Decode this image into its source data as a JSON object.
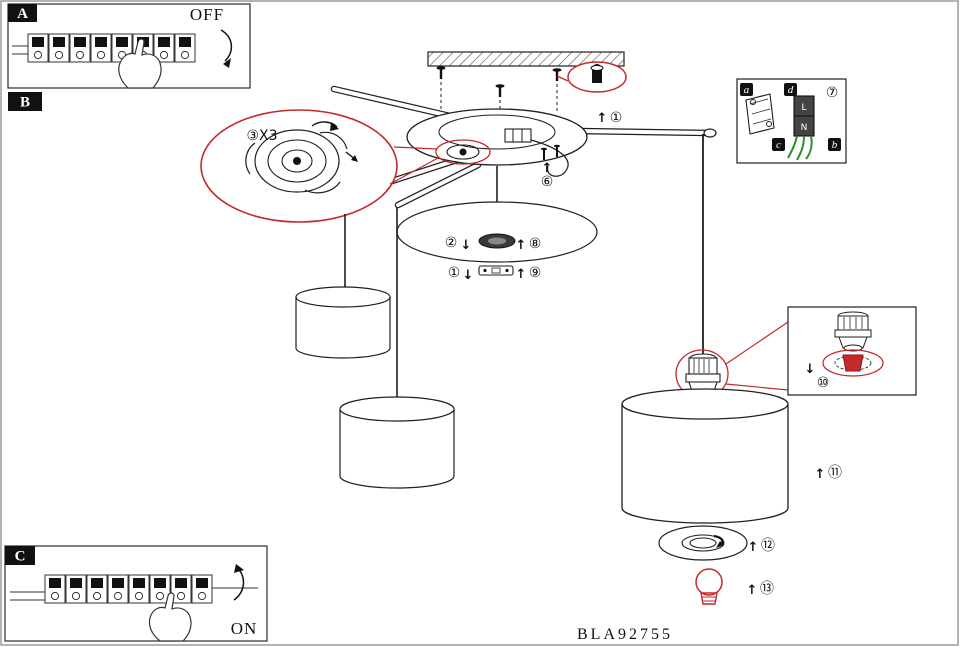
{
  "app": {
    "model": "BLA92755"
  },
  "panels": {
    "a_label": "A",
    "b_label": "B",
    "c_label": "C",
    "off": "OFF",
    "on": "ON"
  },
  "steps": {
    "s1_arm": "①",
    "s6_clamp": "⑥",
    "s2": "②",
    "s8": "⑧",
    "s1_bracket": "①",
    "s9": "⑨",
    "s3_lock": "③X3",
    "s7": "⑦",
    "s10": "⑩",
    "s11": "⑪",
    "s12": "⑫",
    "s13": "⑬"
  },
  "arrows": {
    "up": "↑",
    "down": "↓"
  },
  "terminal": {
    "a": "a",
    "b": "b",
    "c": "c",
    "d": "d",
    "l": "L",
    "n": "N"
  },
  "colors": {
    "accent_red": "#c42a2a",
    "wire_green": "#2e8b2e",
    "ink": "#1f1f1f"
  }
}
